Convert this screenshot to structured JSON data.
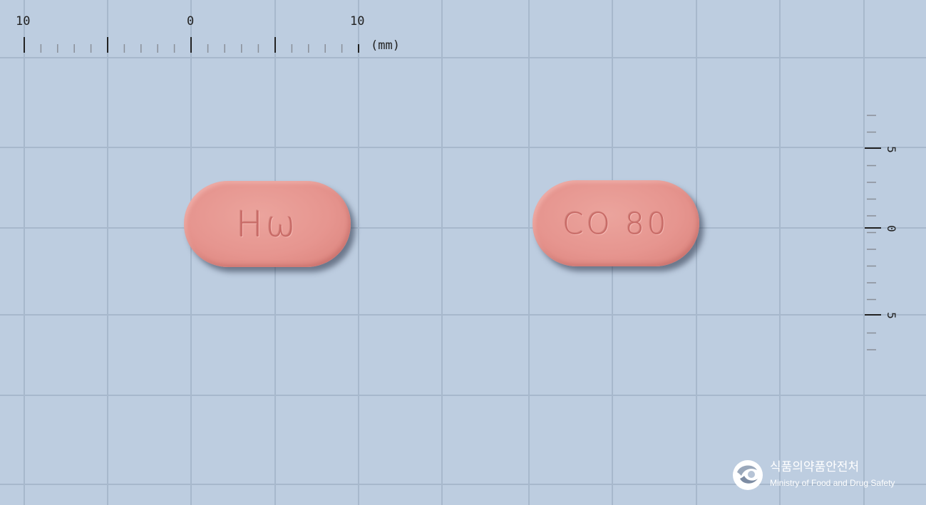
{
  "ruler_top": {
    "labels": [
      "10",
      "0",
      "10"
    ],
    "unit": "(mm)"
  },
  "ruler_right": {
    "labels": [
      "5",
      "0",
      "5"
    ]
  },
  "pills": [
    {
      "imprint": "Hω"
    },
    {
      "imprint": "CO 80"
    }
  ],
  "logo": {
    "korean": "식품의약품안전처",
    "english": "Ministry of Food and Drug Safety"
  },
  "colors": {
    "background": "#bdcde0",
    "grid_line": "#a7b8cc",
    "pill": "#e6958f",
    "imprint": "#c86a66"
  }
}
